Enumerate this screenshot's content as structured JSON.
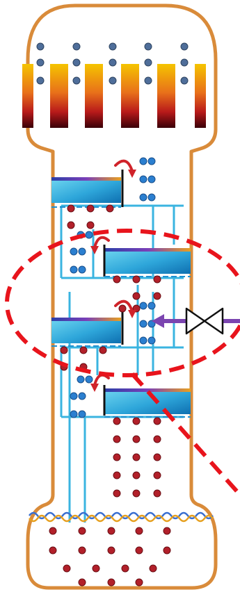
{
  "colors": {
    "vessel_outline": "#D98B3A",
    "vapor_bubble": "#4F6E9A",
    "liquid_droplet": "#B2202A",
    "flow_arrow": "#D0232A",
    "piping": "#3AB4E0",
    "tray_gradient_top": "#0E7FC0",
    "tray_gradient_bottom": "#6FD6F0",
    "feed_arrow": "#7B45B0",
    "highlight_ellipse": "#E8141C",
    "heater_hot": "#F5C400",
    "heater_dark": "#3A0008",
    "reboiler_wave_1": "#3A6FD0",
    "reboiler_wave_2": "#E6A020"
  },
  "components": {
    "vessel": "distillation-column-vessel",
    "top_heater": "condenser-heating-elements",
    "trays": [
      "tray-1",
      "tray-2",
      "tray-3",
      "tray-4"
    ],
    "feed_valve": "valve-icon",
    "highlight": "dashed-callout-ellipse",
    "bottom_heater": "reboiler-heating-wave"
  }
}
